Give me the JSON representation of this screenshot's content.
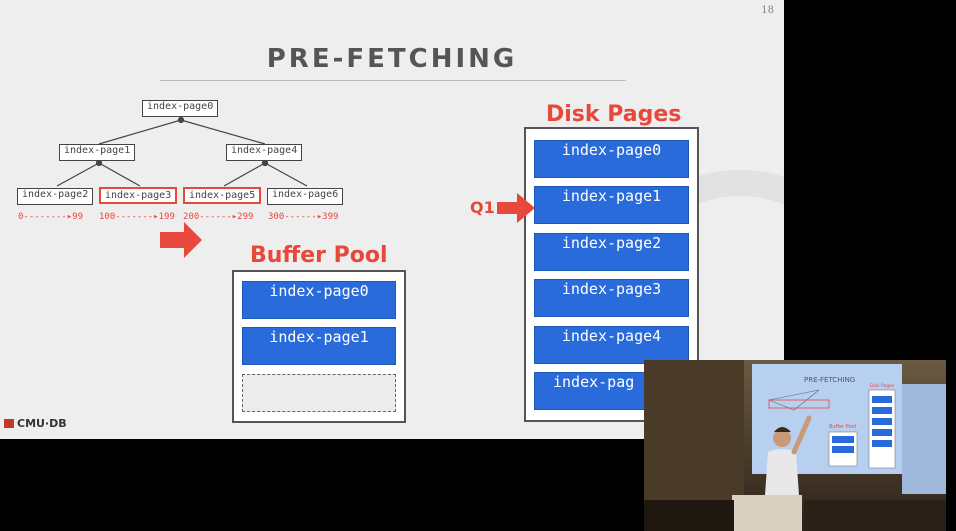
{
  "slide": {
    "number": "18",
    "title": "PRE-FETCHING",
    "logo_text": "CMU·DB"
  },
  "tree": {
    "root": "index-page0",
    "level1": [
      "index-page1",
      "index-page4"
    ],
    "leaves": [
      "index-page2",
      "index-page3",
      "index-page5",
      "index-page6"
    ],
    "highlighted_leaves": [
      "index-page3",
      "index-page5"
    ],
    "ranges": [
      "0--------▸99",
      "100-------▸199",
      "200------▸299",
      "300------▸399"
    ]
  },
  "buffer_pool": {
    "label": "Buffer Pool",
    "pages": [
      "index-page0",
      "index-page1",
      ""
    ]
  },
  "disk_pages": {
    "label": "Disk Pages",
    "pages": [
      "index-page0",
      "index-page1",
      "index-page2",
      "index-page3",
      "index-page4",
      "index-pag"
    ]
  },
  "query_label": "Q1",
  "video_slide": {
    "title": "PRE-FETCHING",
    "panel_label": "Disk Pages",
    "buffer_label": "Buffer Pool"
  },
  "colors": {
    "accent_red": "#e8473c",
    "page_blue": "#2a6bdc",
    "slide_bg": "#eeeeee"
  }
}
